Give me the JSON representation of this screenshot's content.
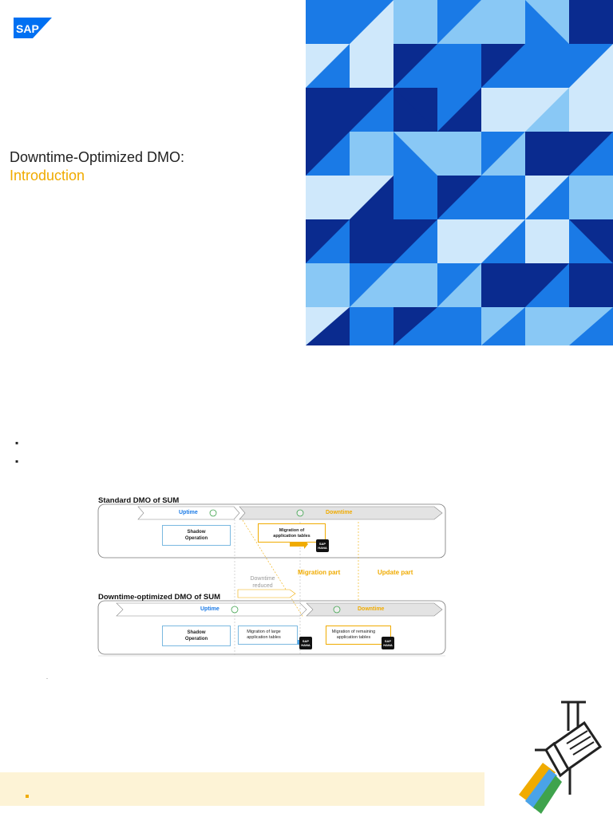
{
  "brand": {
    "logo_text": "SAP",
    "logo_color": "#0070f2"
  },
  "title": {
    "line1": "Downtime-Optimized DMO:",
    "line2": "Introduction",
    "accent": "#f0ab00"
  },
  "bullets": [
    "",
    ""
  ],
  "diagram": {
    "standard_heading": "Standard DMO of SUM",
    "optimized_heading": "Downtime-optimized DMO of SUM",
    "uptime_label": "Uptime",
    "downtime_label": "Downtime",
    "shadow_line1": "Shadow",
    "shadow_line2": "Operation",
    "migration_std_line1": "Migration of",
    "migration_std_line2": "application tables",
    "migration_large": "Migration of large application tables",
    "migration_remaining": "Migration of remaining application tables",
    "migration_part": "Migration part",
    "update_part": "Update part",
    "downtime_reduced_line1": "Downtime",
    "downtime_reduced_line2": "reduced",
    "hana_line1": "SAP",
    "hana_line2": "HANA"
  },
  "footnote_mark": "-",
  "colors": {
    "blue_dark": "#0a2b8f",
    "blue": "#1a7ae6",
    "blue_light": "#89c8f5",
    "blue_pale": "#cfe8fb",
    "orange": "#f0ab00",
    "footer_bg": "#fdf3d6"
  },
  "icons": [
    "sap-logo",
    "geometric-pattern",
    "stage-light-icon",
    "clock-icon",
    "sap-hana-chip-icon"
  ]
}
